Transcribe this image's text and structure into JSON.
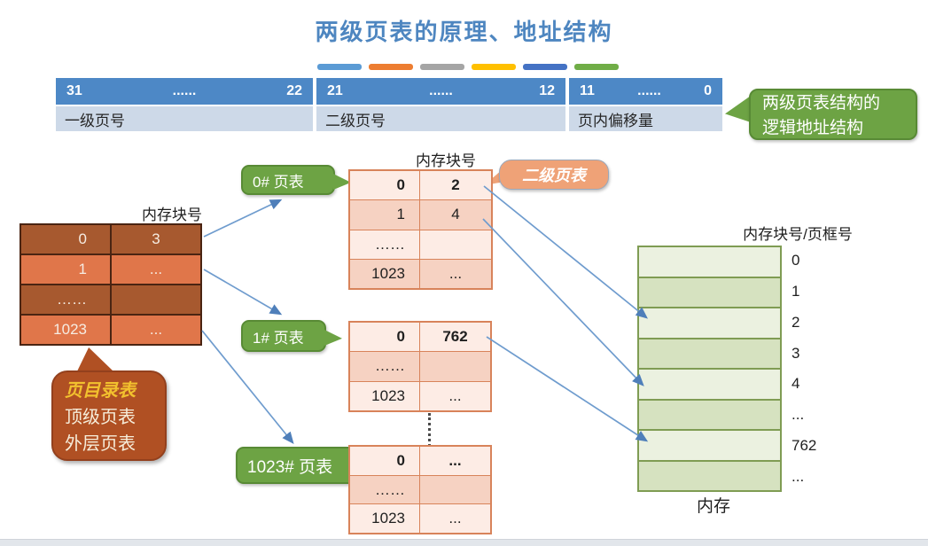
{
  "title": "两级页表的原理、地址结构",
  "accent_bar_colors": [
    "#5B9BD5",
    "#ED7D31",
    "#A5A5A5",
    "#FFC000",
    "#4472C4",
    "#70AD47"
  ],
  "address_structure": {
    "segments": [
      {
        "high_bit": "31",
        "dots": "......",
        "low_bit": "22",
        "label": "一级页号"
      },
      {
        "high_bit": "21",
        "dots": "......",
        "low_bit": "12",
        "label": "二级页号"
      },
      {
        "high_bit": "11",
        "dots": "......",
        "low_bit": "0",
        "label": "页内偏移量"
      }
    ]
  },
  "logical_address_callout": {
    "line1": "两级页表结构的",
    "line2": "逻辑地址结构"
  },
  "page_directory": {
    "header": "内存块号",
    "rows": [
      [
        "0",
        "3"
      ],
      [
        "1",
        "..."
      ],
      [
        "……",
        ""
      ],
      [
        "1023",
        "..."
      ]
    ],
    "callout": {
      "line1": "页目录表",
      "line2": "顶级页表",
      "line3": "外层页表"
    }
  },
  "second_level_callout": "二级页表",
  "page_table_0": {
    "bubble": "0# 页表",
    "header": "内存块号",
    "rows": [
      [
        "0",
        "2"
      ],
      [
        "1",
        "4"
      ],
      [
        "……",
        ""
      ],
      [
        "1023",
        "..."
      ]
    ]
  },
  "page_table_1": {
    "bubble": "1# 页表",
    "rows": [
      [
        "0",
        "762"
      ],
      [
        "……",
        ""
      ],
      [
        "1023",
        "..."
      ]
    ]
  },
  "page_table_1023": {
    "bubble": "1023# 页表",
    "rows": [
      [
        "0",
        "..."
      ],
      [
        "……",
        ""
      ],
      [
        "1023",
        "..."
      ]
    ]
  },
  "memory": {
    "header": "内存块号/页框号",
    "row_labels": [
      "0",
      "1",
      "2",
      "3",
      "4",
      "...",
      "762",
      "..."
    ],
    "footer": "内存"
  },
  "colors": {
    "title_blue": "#4E86C0",
    "address_bits_blue": "#4D88C6",
    "address_field_blue": "#CDD9E8",
    "green_callout": "#6DA344",
    "directory_dark_row": "#A7592F",
    "directory_light_row": "#E0764A",
    "directory_callout_brown": "#B05023",
    "page_table_light_row": "#FDECE5",
    "page_table_dark_row": "#F6D2C2",
    "second_level_callout_salmon": "#EFA277",
    "memory_light_row": "#EBF1E0",
    "memory_dark_row": "#D6E2C0",
    "arrow_blue": "#6F9CCE"
  }
}
